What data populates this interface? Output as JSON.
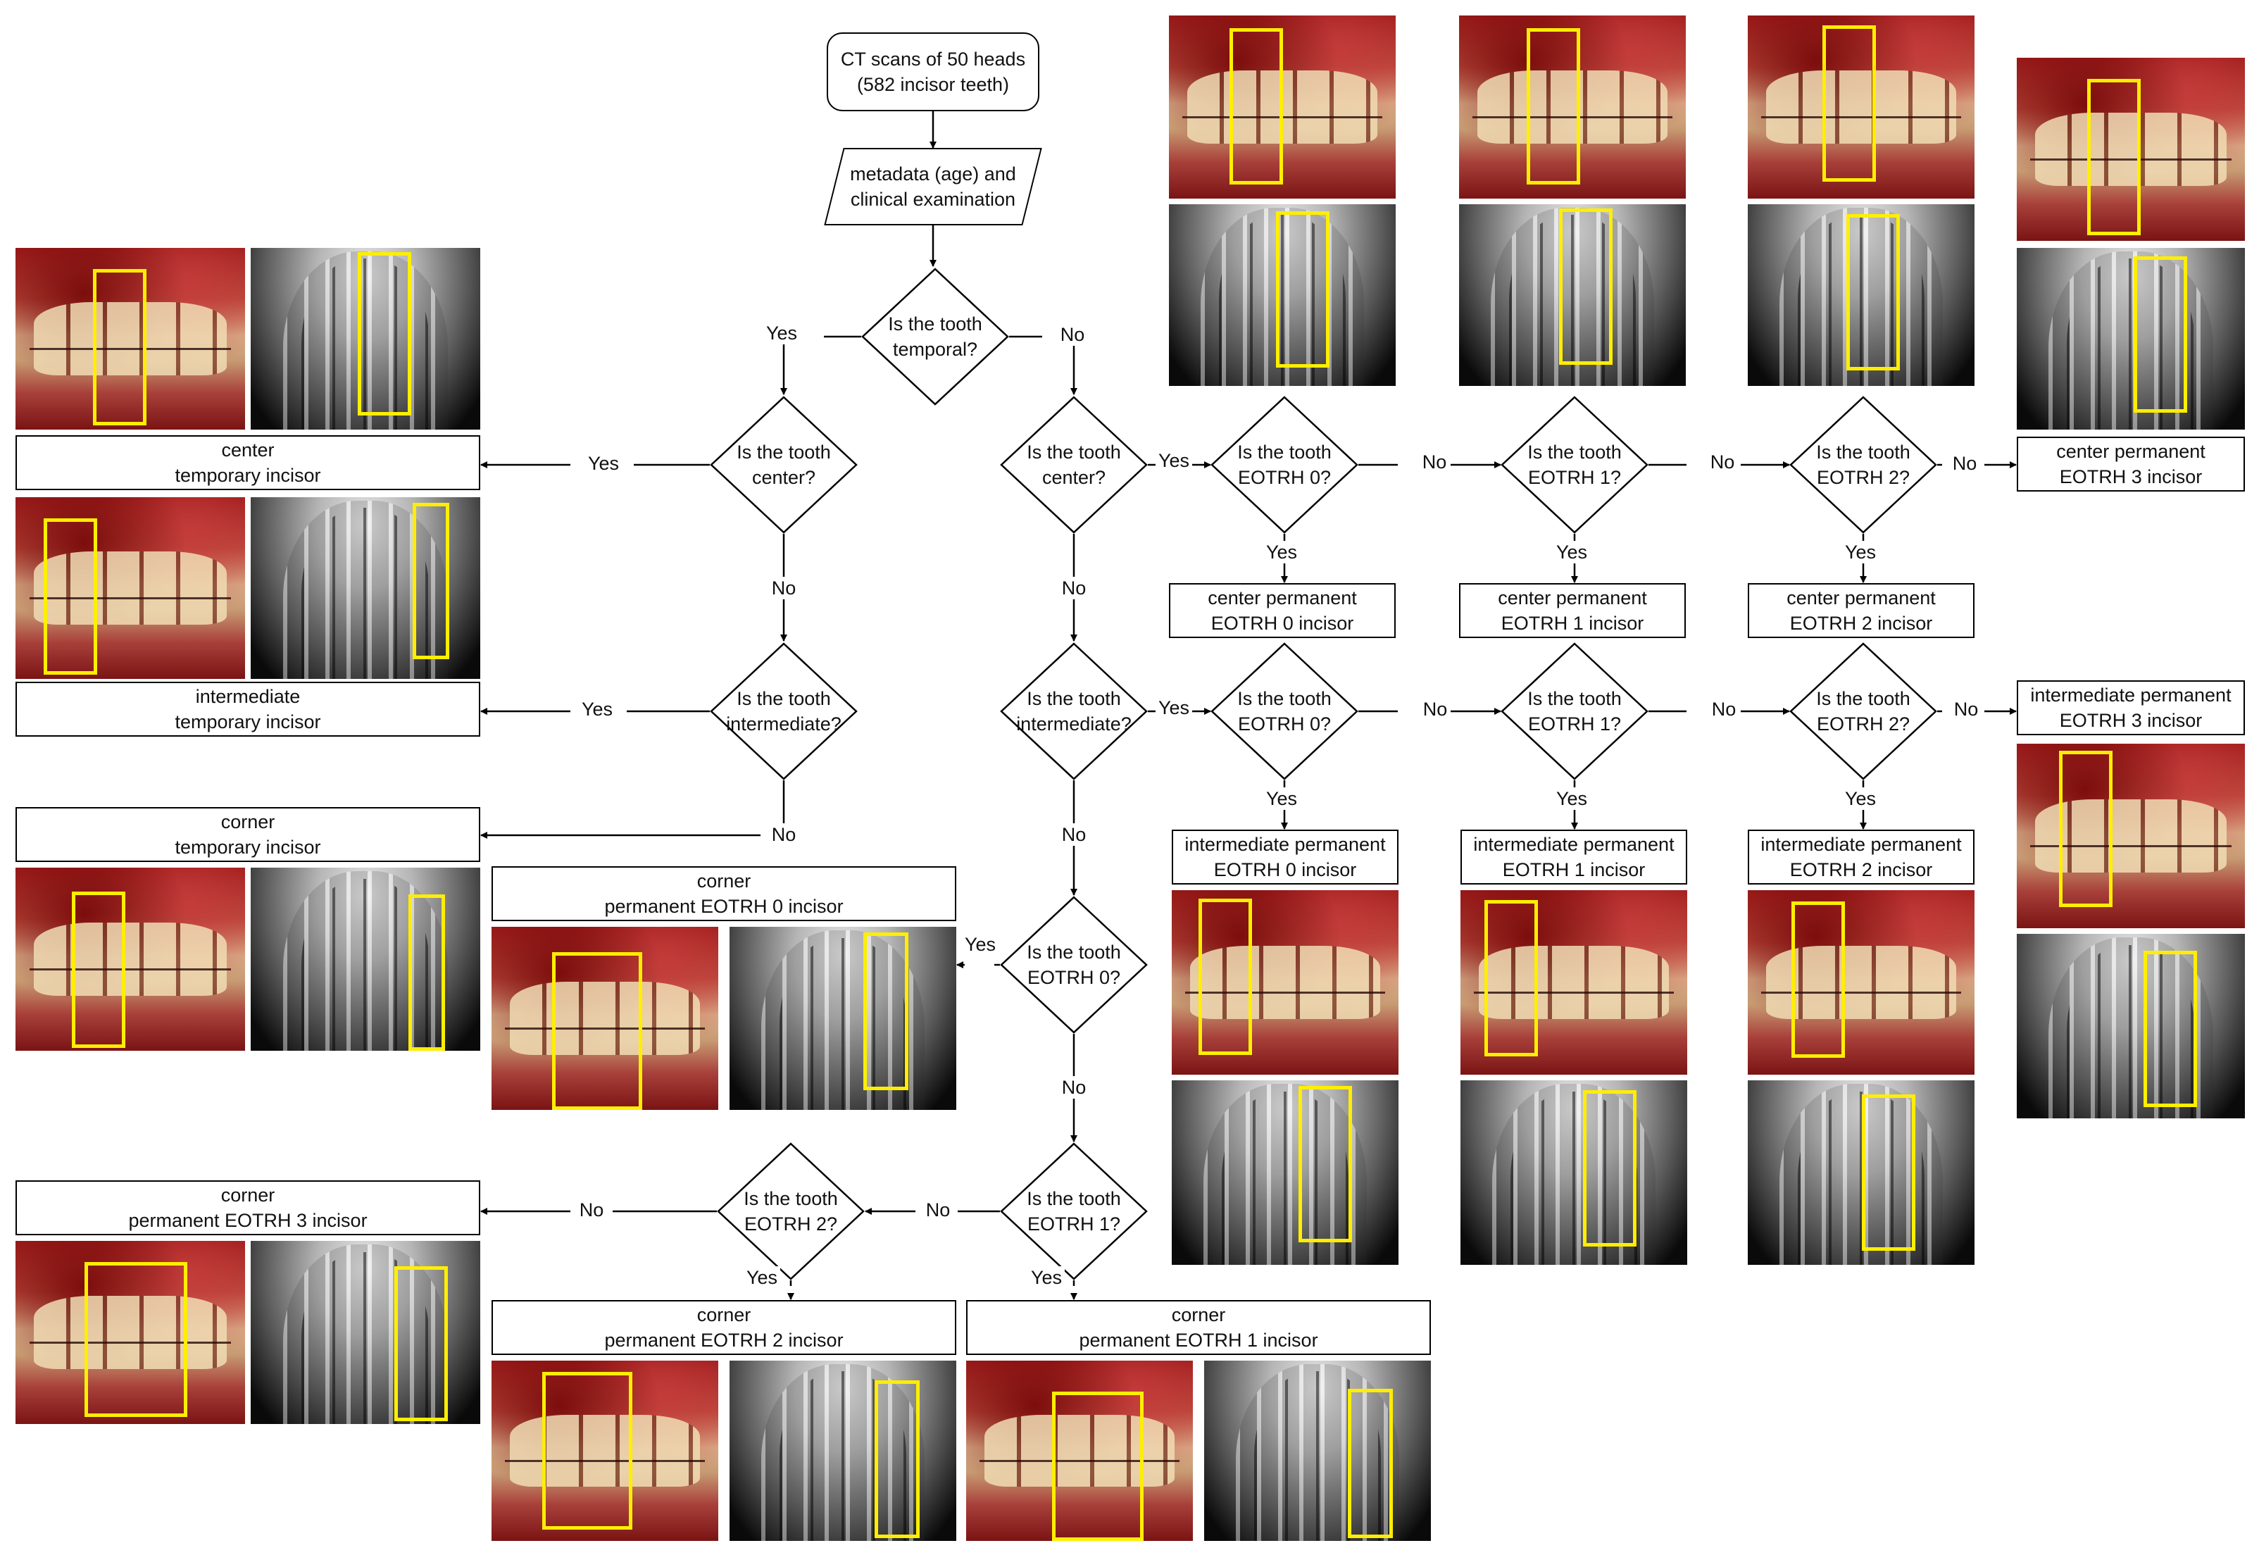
{
  "start": "CT scans of 50 heads\n(582 incisor teeth)",
  "metadata": "metadata (age) and\nclinical examination",
  "decisions": {
    "temporal": "Is the tooth\ntemporal?",
    "temp_center": "Is the tooth\ncenter?",
    "temp_intermediate": "Is the tooth\nintermediate?",
    "perm_center": "Is the tooth\ncenter?",
    "perm_intermediate": "Is the tooth\nintermediate?",
    "corner_e0": "Is the tooth\nEOTRH 0?",
    "corner_e1": "Is the tooth\nEOTRH 1?",
    "corner_e2": "Is the tooth\nEOTRH 2?",
    "center_e0": "Is the tooth\nEOTRH 0?",
    "center_e1": "Is the tooth\nEOTRH 1?",
    "center_e2": "Is the tooth\nEOTRH 2?",
    "inter_e0": "Is the tooth\nEOTRH 0?",
    "inter_e1": "Is the tooth\nEOTRH 1?",
    "inter_e2": "Is the tooth\nEOTRH 2?"
  },
  "outcomes": {
    "center_temporary": "center\ntemporary incisor",
    "intermediate_temporary": "intermediate\ntemporary incisor",
    "corner_temporary": "corner\ntemporary incisor",
    "corner_e0": "corner\npermanent EOTRH 0 incisor",
    "corner_e1": "corner\npermanent EOTRH 1 incisor",
    "corner_e2": "corner\npermanent EOTRH 2 incisor",
    "corner_e3": "corner\npermanent EOTRH 3 incisor",
    "center_e0": "center permanent\nEOTRH 0 incisor",
    "center_e1": "center permanent\nEOTRH 1 incisor",
    "center_e2": "center permanent\nEOTRH 2 incisor",
    "center_e3": "center permanent\nEOTRH 3 incisor",
    "inter_e0": "intermediate permanent\nEOTRH 0 incisor",
    "inter_e1": "intermediate permanent\nEOTRH 1 incisor",
    "inter_e2": "intermediate permanent\nEOTRH 2 incisor",
    "inter_e3": "intermediate permanent\nEOTRH 3 incisor"
  },
  "edge_labels": {
    "yes": "Yes",
    "no": "No"
  },
  "highlight_color": "#ffee00"
}
